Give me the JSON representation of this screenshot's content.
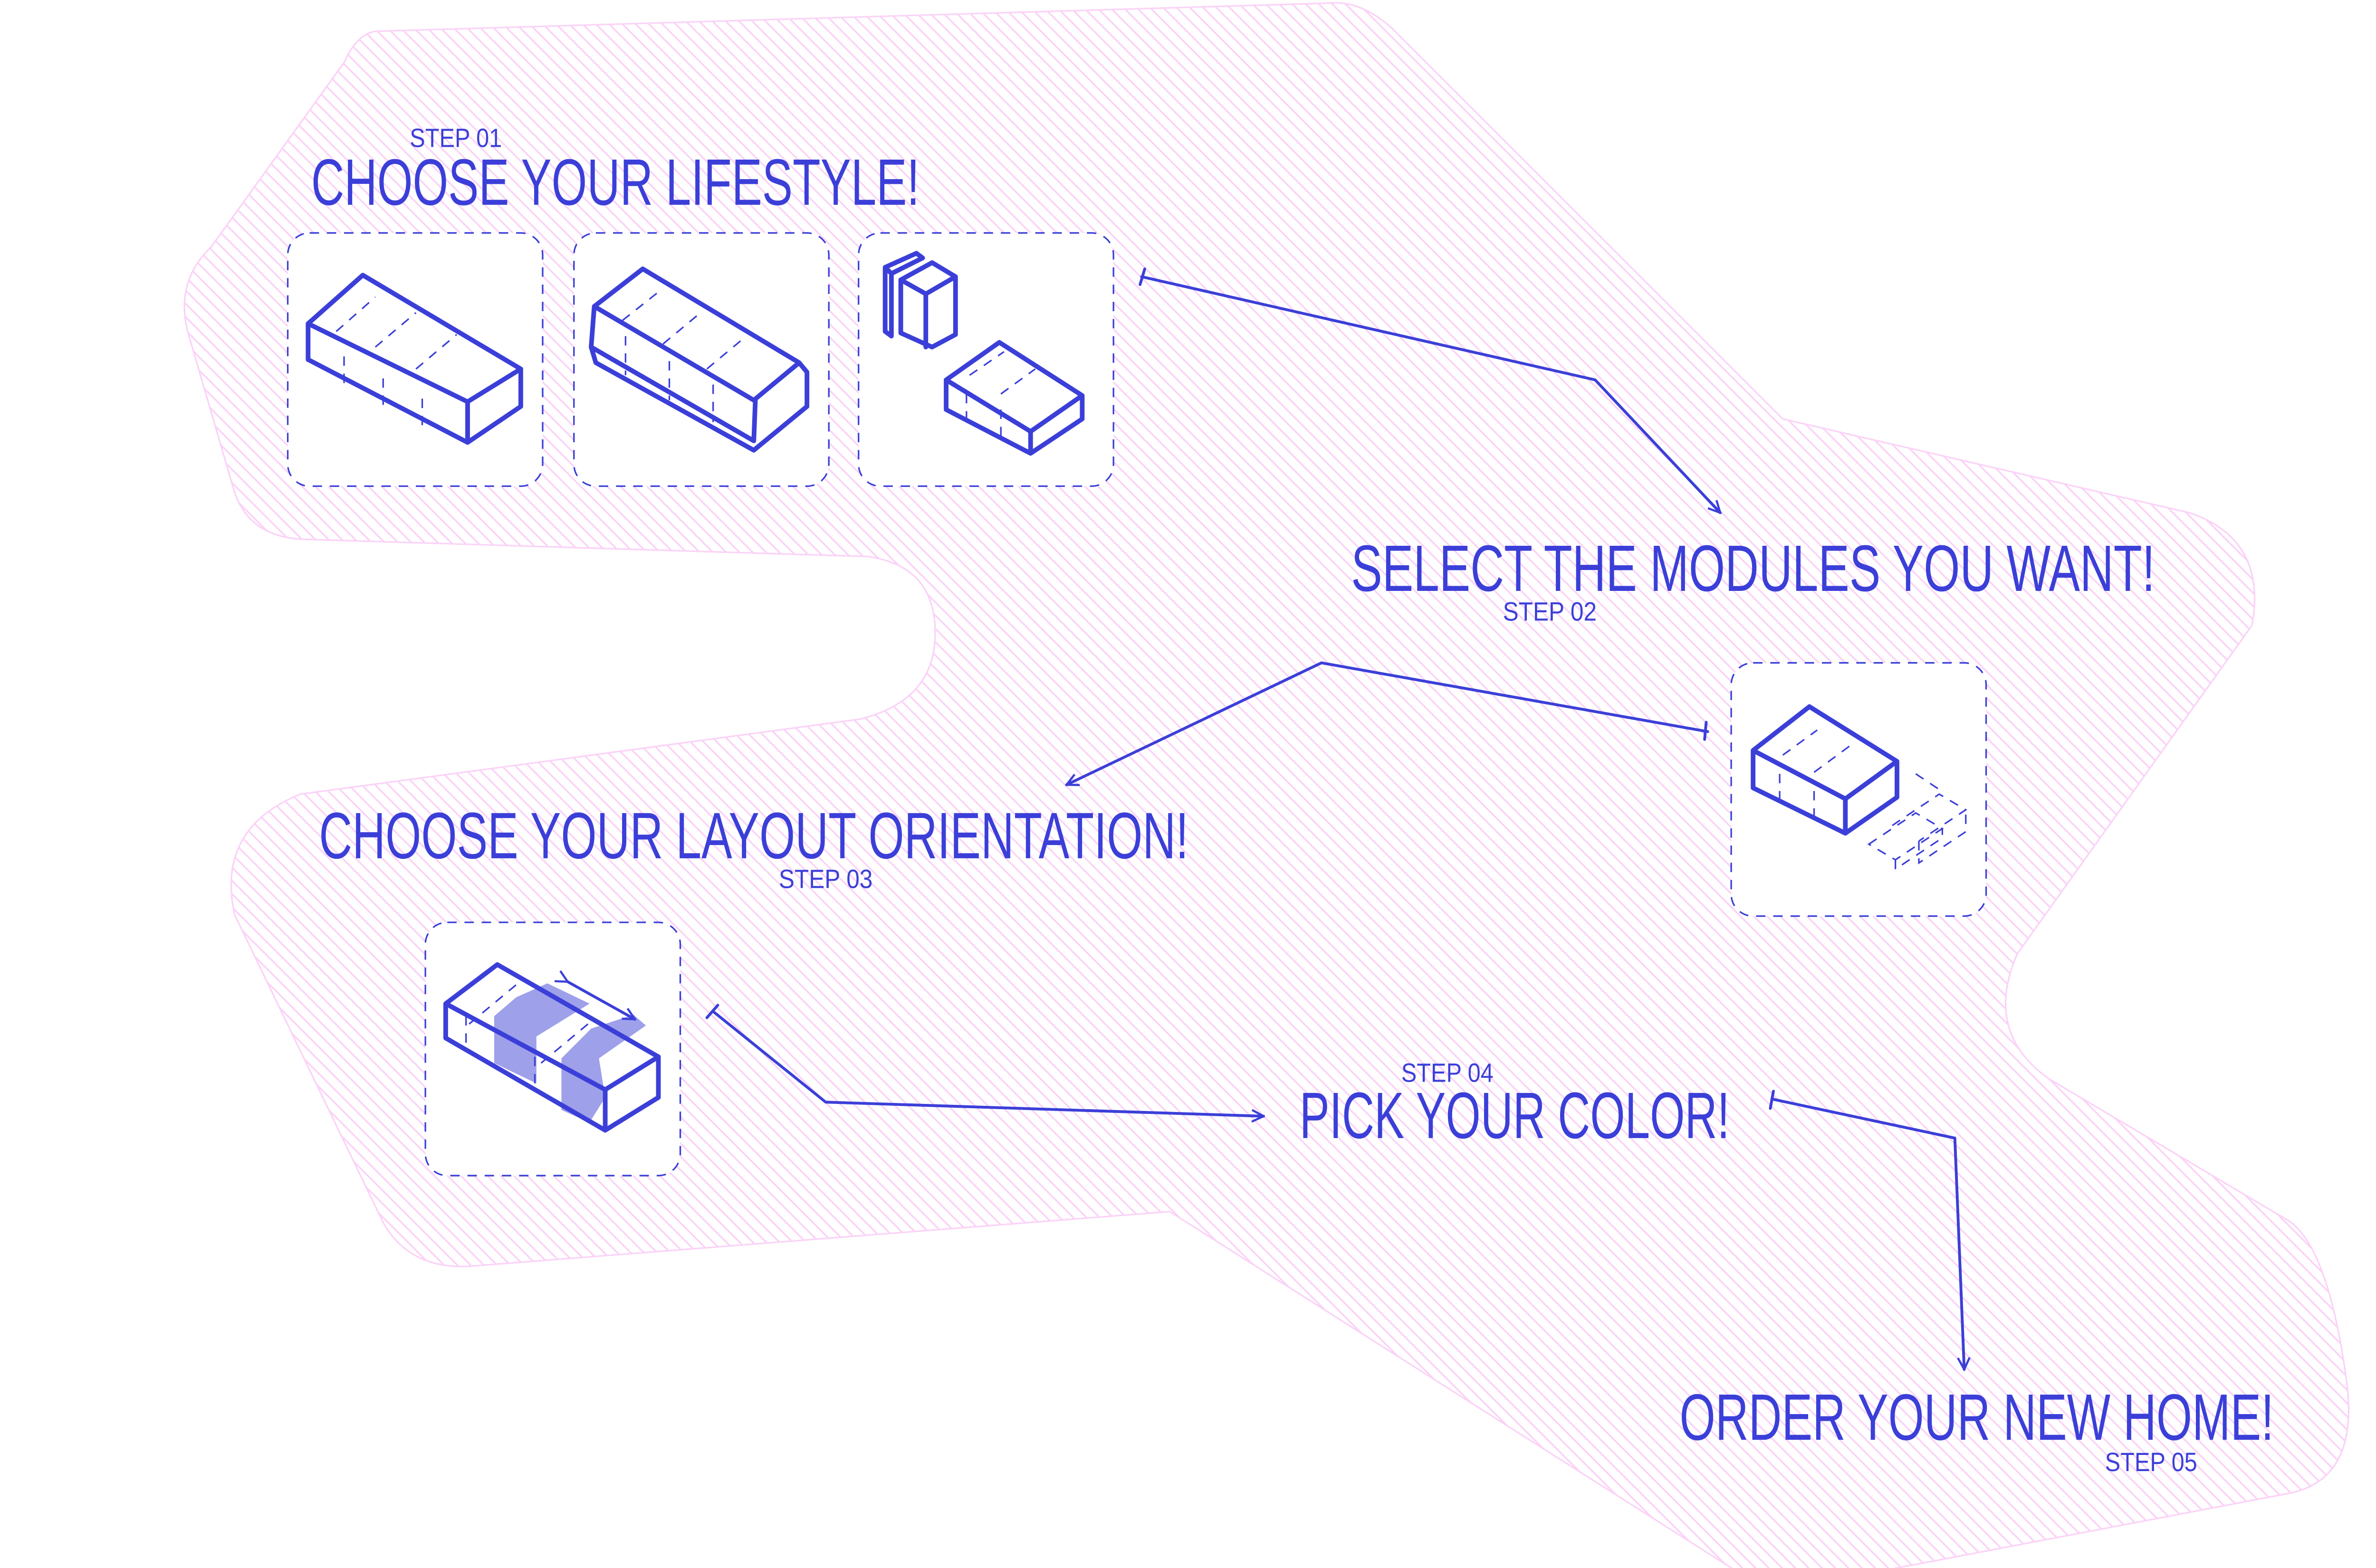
{
  "colors": {
    "primary": "#3b3fd8",
    "accent_fill": "#9ea0ea",
    "background_stripes": "#fbd3f7"
  },
  "steps": [
    {
      "label": "STEP 01",
      "title": "CHOOSE YOUR LIFESTYLE!"
    },
    {
      "label": "STEP 02",
      "title": "SELECT THE MODULES YOU WANT!"
    },
    {
      "label": "STEP 03",
      "title": "CHOOSE YOUR LAYOUT ORIENTATION!"
    },
    {
      "label": "STEP 04",
      "title": "PICK YOUR COLOR!"
    },
    {
      "label": "STEP 05",
      "title": "ORDER YOUR NEW HOME!"
    }
  ],
  "icons": {
    "lifestyle_options": [
      "single-module-icon",
      "sloped-roof-module-icon",
      "split-modules-icon"
    ],
    "modules": "add-module-icon",
    "layout": "orientation-bands-icon"
  }
}
